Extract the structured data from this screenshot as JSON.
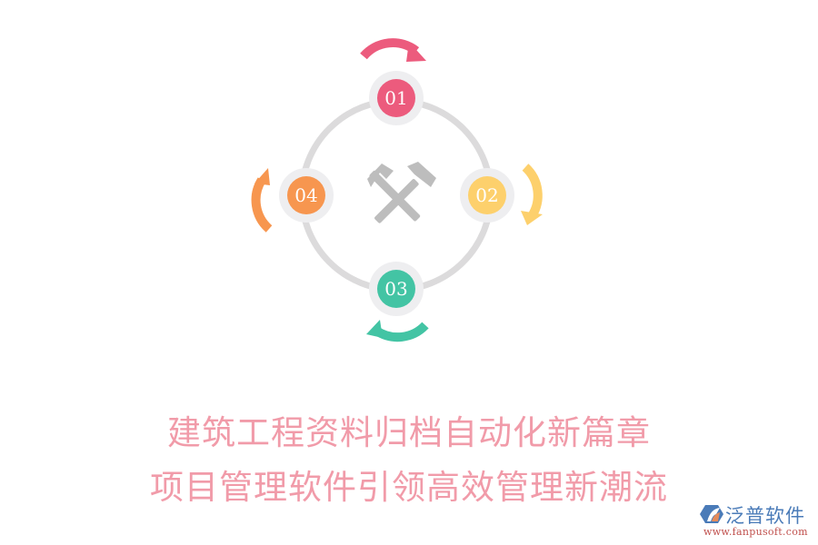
{
  "diagram": {
    "center_icon": "crossed-hammers-icon",
    "ring_color": "#dcdbdc",
    "node_halo_color": "#eeeef0",
    "nodes": [
      {
        "label": "01",
        "color": "#ec5b7d",
        "position": "top",
        "arrow_direction": "clockwise"
      },
      {
        "label": "02",
        "color": "#fdd06c",
        "position": "right",
        "arrow_direction": "clockwise"
      },
      {
        "label": "03",
        "color": "#43c4a4",
        "position": "bottom",
        "arrow_direction": "clockwise"
      },
      {
        "label": "04",
        "color": "#f7964f",
        "position": "left",
        "arrow_direction": "clockwise"
      }
    ],
    "icon_color": "#bdbdbd"
  },
  "headline": {
    "line1": "建筑工程资料归档自动化新篇章",
    "line2": "项目管理软件引领高效管理新潮流",
    "color": "#f19ba9"
  },
  "logo": {
    "name": "泛普软件",
    "url": "www.fanpusoft.com"
  }
}
